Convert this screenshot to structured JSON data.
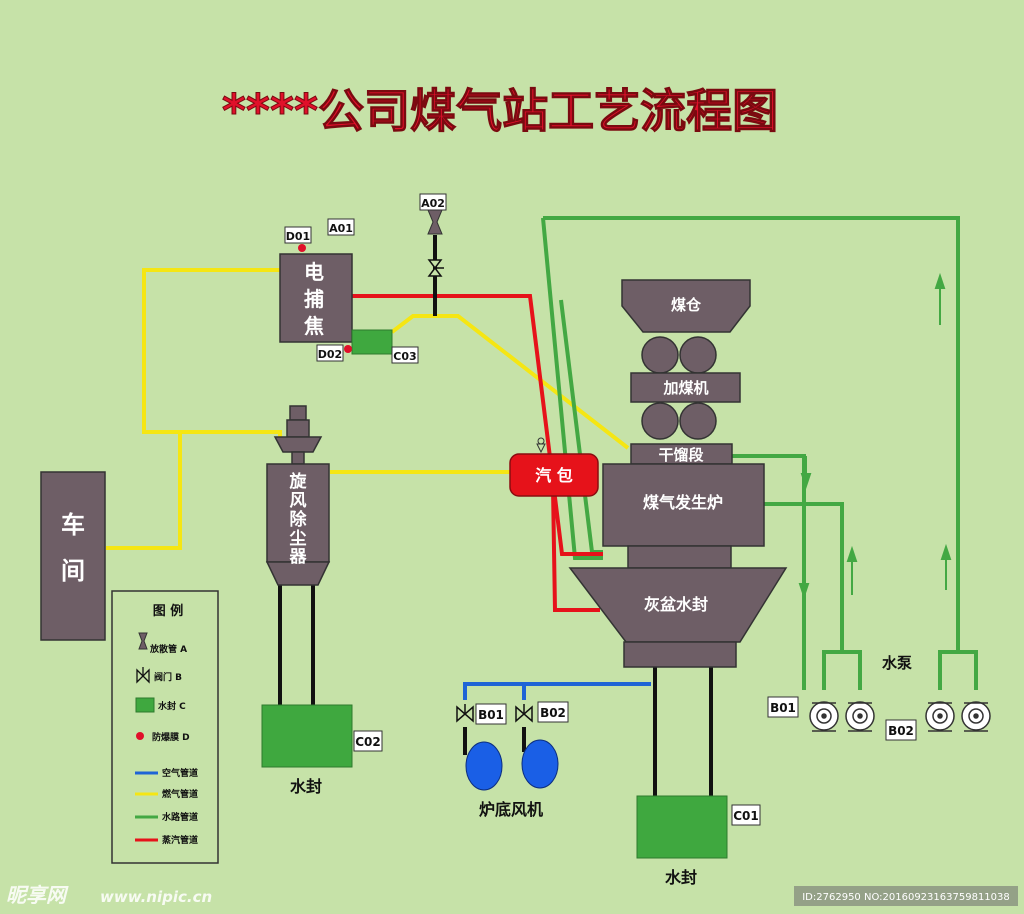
{
  "title": "****公司煤气站工艺流程图",
  "equipment": {
    "electric_catcher": [
      "电",
      "捕",
      "焦"
    ],
    "workshop": [
      "车",
      "间"
    ],
    "cyclone": [
      "旋",
      "风",
      "除",
      "尘",
      "器"
    ],
    "coal_bin": "煤仓",
    "coal_feeder": "加煤机",
    "dry_section": "干馏段",
    "gasifier": "煤气发生炉",
    "ash_pan": "灰盆水封",
    "steam_drum": "汽 包",
    "water_seal": "水封",
    "water_seal_2": "水封",
    "bottom_blower": "炉底风机",
    "water_pump": "水泵"
  },
  "tags": {
    "A01": "A01",
    "A02": "A02",
    "B01a": "B01",
    "B02a": "B02",
    "B01b": "B01",
    "B02b": "B02",
    "C01": "C01",
    "C02": "C02",
    "C03": "C03",
    "D01": "D01",
    "D02": "D02"
  },
  "legend": {
    "title": "图 例",
    "items": [
      {
        "label": "放散管 A",
        "icon": "vent-pipe-icon"
      },
      {
        "label": "阀门 B",
        "icon": "valve-icon"
      },
      {
        "label": "水封 C",
        "icon": "water-seal-icon",
        "color": "#3fa83f"
      },
      {
        "label": "防爆膜 D",
        "icon": "explosion-membrane-icon",
        "color": "#e0102a"
      },
      {
        "label": "空气管道",
        "color": "#1e64d6"
      },
      {
        "label": "燃气管道",
        "color": "#f5e613"
      },
      {
        "label": "水路管道",
        "color": "#43a843"
      },
      {
        "label": "蒸汽管道",
        "color": "#e6121a"
      }
    ]
  },
  "watermark": {
    "logo": "昵享网",
    "site": "www.nipic.cn",
    "id": "ID:2762950 NO:20160923163759811038"
  },
  "colors": {
    "background": "#c6e2a8",
    "equipment": "#6e5e66",
    "title": "#e0102a",
    "air": "#1e64d6",
    "gas": "#f5e613",
    "water": "#43a843",
    "steam": "#e6121a"
  }
}
